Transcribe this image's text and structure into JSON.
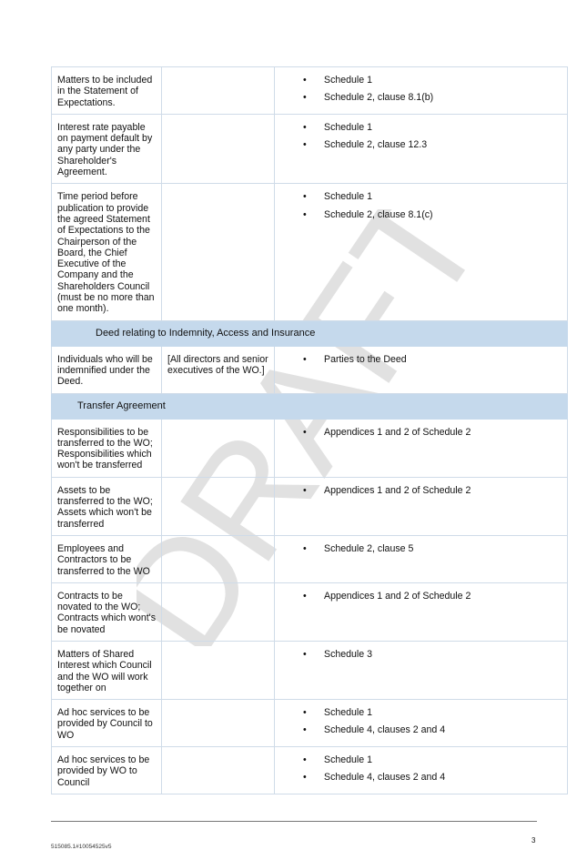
{
  "sections": {
    "deed_title": "Deed relating to Indemnity, Access and Insurance",
    "transfer_title": "Transfer Agreement"
  },
  "rows_top": [
    {
      "matter": "Matters to be included in the Statement of Expectations.",
      "detail": "",
      "refs": [
        "Schedule 1",
        "Schedule 2, clause 8.1(b)"
      ]
    },
    {
      "matter": "Interest rate payable on payment default by any party under the Shareholder's Agreement.",
      "detail": "",
      "refs": [
        "Schedule 1",
        "Schedule 2, clause 12.3"
      ]
    },
    {
      "matter": "Time period before publication to provide the agreed Statement of Expectations to the Chairperson of the Board, the Chief Executive of the Company and the Shareholders Council (must be no more than one month).",
      "detail": "",
      "refs": [
        "Schedule 1",
        "Schedule 2, clause 8.1(c)"
      ]
    }
  ],
  "rows_deed": [
    {
      "matter": "Individuals who will be indemnified under the Deed.",
      "detail": "[All directors and senior executives of the WO.]",
      "refs": [
        "Parties to the Deed"
      ]
    }
  ],
  "rows_transfer": [
    {
      "matter": "Responsibilities to be transferred to the WO; Responsibilities which won't be transferred",
      "detail": "",
      "refs": [
        "Appendices 1 and 2 of Schedule 2"
      ]
    },
    {
      "matter": "Assets to be transferred to the WO; Assets which won't be transferred",
      "detail": "",
      "refs": [
        "Appendices 1 and 2 of Schedule 2"
      ]
    },
    {
      "matter": "Employees and Contractors to be transferred to the WO",
      "detail": "",
      "refs": [
        "Schedule 2, clause 5"
      ]
    },
    {
      "matter": "Contracts to be novated to the WO; Contracts which wont's be novated",
      "detail": "",
      "refs": [
        "Appendices 1 and 2 of Schedule 2"
      ]
    },
    {
      "matter": "Matters of Shared Interest which Council and the WO will work together on",
      "detail": "",
      "refs": [
        "Schedule 3"
      ]
    },
    {
      "matter": "Ad hoc services to be provided by Council to WO",
      "detail": "",
      "refs": [
        "Schedule 1",
        "Schedule 4, clauses 2 and 4"
      ]
    },
    {
      "matter": "Ad hoc services to be provided by WO to Council",
      "detail": "",
      "refs": [
        "Schedule 1",
        "Schedule 4, clauses 2 and 4"
      ]
    }
  ],
  "watermark": {
    "text": "DRAFT",
    "color": "#dcdcdc"
  },
  "footer": {
    "page_number": "3",
    "doc_ref": "515085.1#10054525v5"
  },
  "colors": {
    "section_fill": "#c5d9ec",
    "border": "#cfdbe8"
  }
}
